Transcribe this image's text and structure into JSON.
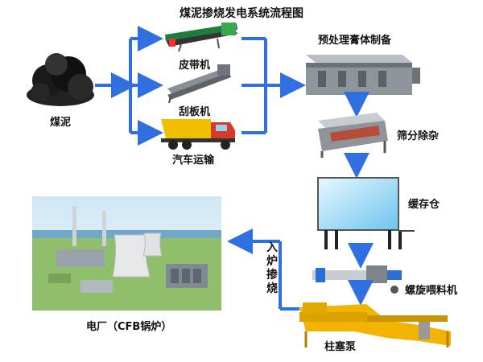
{
  "title": "煤泥掺烧发电系统流程图",
  "nodes": {
    "coal_slime": "煤泥",
    "belt_conveyor": "皮带机",
    "scraper_conveyor": "刮板机",
    "truck_transport": "汽车运输",
    "pretreatment": "预处理膏体制备",
    "screening": "筛分除杂",
    "buffer_bin": "缓存仓",
    "screw_feeder": "螺旋喂料机",
    "plunger_pump": "柱塞泵",
    "power_plant": "电厂（CFB锅炉）"
  },
  "edge_labels": {
    "into_furnace": "入炉掺烧"
  },
  "colors": {
    "arrow": "#2f6fe0",
    "bin_fill": "#8fd3f4",
    "pump": "#f2b400"
  }
}
